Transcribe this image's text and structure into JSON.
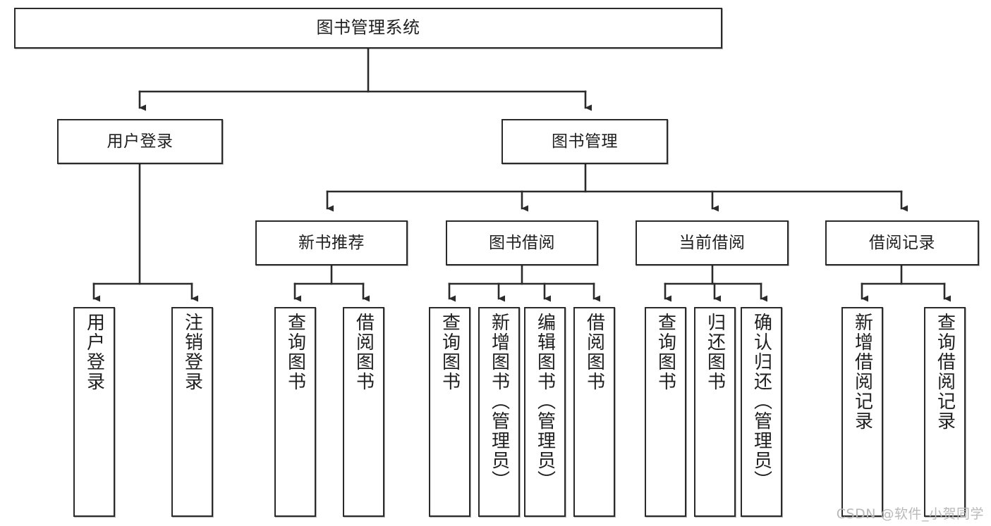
{
  "diagram": {
    "title": "图书管理系统",
    "type": "hierarchy-tree",
    "watermark": "CSDN @软件_小贺同学",
    "colors": {
      "box_border": "#2b2b2b",
      "box_fill": "#ffffff",
      "edge": "#2b2b2b",
      "text": "#1f1f1f",
      "watermark": "#b9b9b9"
    },
    "levels": [
      {
        "level": 1,
        "nodes": [
          {
            "id": "root",
            "label": "图书管理系统",
            "orientation": "horizontal"
          }
        ]
      },
      {
        "level": 2,
        "nodes": [
          {
            "id": "login",
            "label": "用户登录",
            "orientation": "horizontal",
            "parent": "root"
          },
          {
            "id": "bookmgmt",
            "label": "图书管理",
            "orientation": "horizontal",
            "parent": "root"
          }
        ]
      },
      {
        "level": 3,
        "nodes": [
          {
            "id": "newbook",
            "label": "新书推荐",
            "orientation": "horizontal",
            "parent": "bookmgmt"
          },
          {
            "id": "borrow",
            "label": "图书借阅",
            "orientation": "horizontal",
            "parent": "bookmgmt"
          },
          {
            "id": "current",
            "label": "当前借阅",
            "orientation": "horizontal",
            "parent": "bookmgmt"
          },
          {
            "id": "records",
            "label": "借阅记录",
            "orientation": "horizontal",
            "parent": "bookmgmt"
          }
        ]
      },
      {
        "level": 4,
        "nodes": [
          {
            "id": "leaf-user-login",
            "label": "用户登录",
            "orientation": "vertical",
            "parent": "login"
          },
          {
            "id": "leaf-user-logout",
            "label": "注销登录",
            "orientation": "vertical",
            "parent": "login"
          },
          {
            "id": "leaf-query-book-1",
            "label": "查询图书",
            "orientation": "vertical",
            "parent": "newbook"
          },
          {
            "id": "leaf-borrow-book-1",
            "label": "借阅图书",
            "orientation": "vertical",
            "parent": "newbook"
          },
          {
            "id": "leaf-query-book-2",
            "label": "查询图书",
            "orientation": "vertical",
            "parent": "borrow"
          },
          {
            "id": "leaf-add-book",
            "label": "新增图书（管理员）",
            "orientation": "vertical",
            "parent": "borrow"
          },
          {
            "id": "leaf-edit-book",
            "label": "编辑图书（管理员）",
            "orientation": "vertical",
            "parent": "borrow"
          },
          {
            "id": "leaf-borrow-book-2",
            "label": "借阅图书",
            "orientation": "vertical",
            "parent": "borrow"
          },
          {
            "id": "leaf-query-book-3",
            "label": "查询图书",
            "orientation": "vertical",
            "parent": "current"
          },
          {
            "id": "leaf-return-book",
            "label": "归还图书",
            "orientation": "vertical",
            "parent": "current"
          },
          {
            "id": "leaf-confirm-return",
            "label": "确认归还（管理员）",
            "orientation": "vertical",
            "parent": "current"
          },
          {
            "id": "leaf-add-record",
            "label": "新增借阅记录",
            "orientation": "vertical",
            "parent": "records"
          },
          {
            "id": "leaf-query-record",
            "label": "查询借阅记录",
            "orientation": "vertical",
            "parent": "records"
          }
        ]
      }
    ]
  }
}
